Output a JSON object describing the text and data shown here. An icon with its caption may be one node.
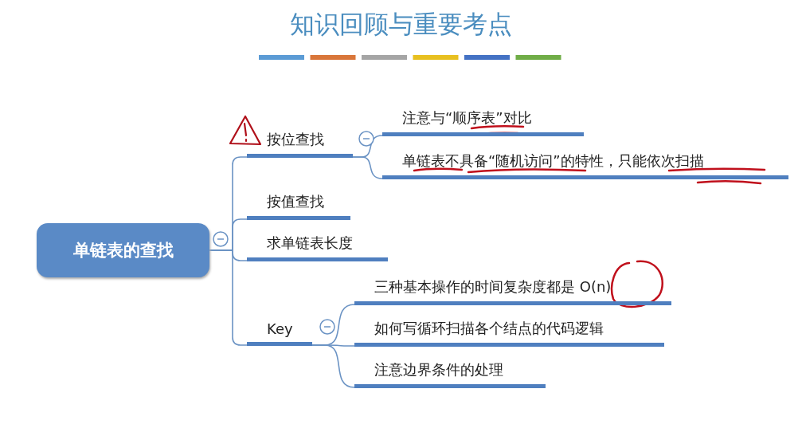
{
  "diagram": {
    "title": "知识回顾与重要考点",
    "nodes": [
      {
        "text": [
          "单链表的查找"
        ]
      },
      {
        "text": [
          "按位查找"
        ]
      },
      {
        "text": [
          "注意与“顺序表”对比"
        ]
      },
      {
        "text": [
          "单链表不具备“随机访问”的特性，只能依次扫描"
        ]
      },
      {
        "text": [
          "按值查找"
        ]
      },
      {
        "text": [
          "求单链表长度"
        ]
      },
      {
        "text": [
          "Key"
        ]
      },
      {
        "text": [
          "三种基本操作的时间复杂度都是 O(n)"
        ]
      },
      {
        "text": [
          "如何写循环扫描各个结点的代码逻辑"
        ]
      },
      {
        "text": [
          "注意边界条件的处理"
        ]
      }
    ],
    "edges": [
      {
        "from": 0,
        "to": 1,
        "arrow": "none"
      },
      {
        "from": 0,
        "to": 4,
        "arrow": "none"
      },
      {
        "from": 0,
        "to": 5,
        "arrow": "none"
      },
      {
        "from": 0,
        "to": 6,
        "arrow": "none"
      },
      {
        "from": 1,
        "to": 2,
        "arrow": "none"
      },
      {
        "from": 1,
        "to": 3,
        "arrow": "none"
      },
      {
        "from": 6,
        "to": 7,
        "arrow": "none"
      },
      {
        "from": 6,
        "to": 8,
        "arrow": "none"
      },
      {
        "from": 6,
        "to": 9,
        "arrow": "none"
      }
    ]
  }
}
